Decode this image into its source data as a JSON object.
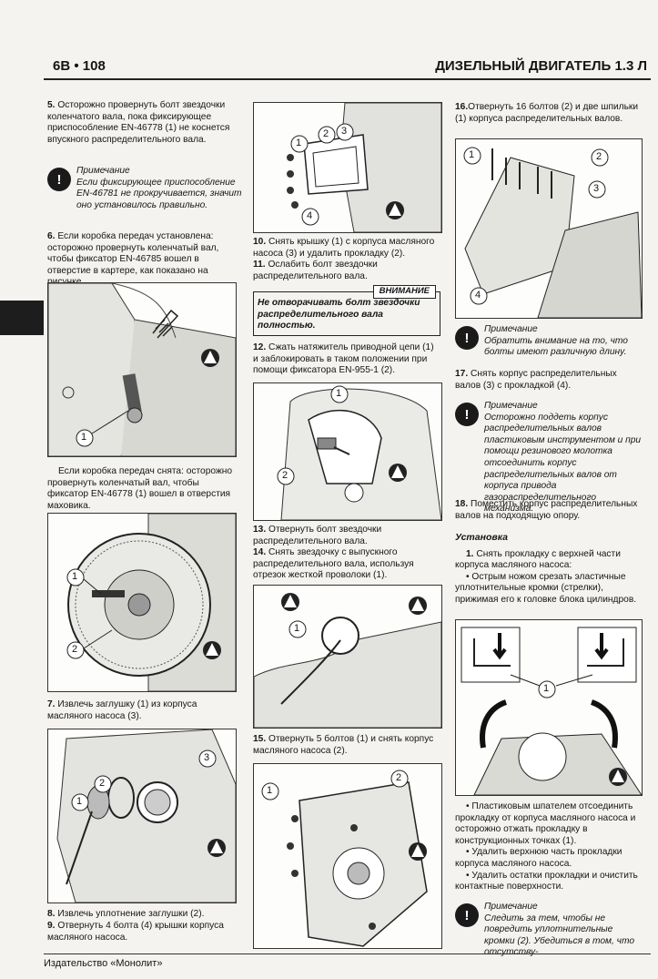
{
  "header": {
    "page_label": "6В • 108",
    "chapter_title": "ДИЗЕЛЬНЫЙ ДВИГАТЕЛЬ 1.3 Л"
  },
  "footer": {
    "publisher": "Издательство «Монолит»"
  },
  "col1": {
    "step5_num": "5.",
    "step5_text": "Осторожно провернуть болт звездочки коленчатого вала, пока фиксирующее приспособление EN-46778 (1) не коснется впускного распределительного вала.",
    "note1_title": "Примечание",
    "note1_text": "Если фиксирующее приспособление EN-46781 не прокручивается, значит оно установилось правильно.",
    "step6_num": "6.",
    "step6_text": "Если коробка передач установлена: осторожно провернуть коленчатый вал, чтобы фиксатор EN-46785 вошел в отверстие в картере, как показано на рисунке.",
    "gearbox_removed_text": "Если коробка передач снята: осторожно провернуть коленчатый вал, чтобы фиксатор EN-46778 (1) вошел в отверстия маховика.",
    "step7_num": "7.",
    "step7_text": "Извлечь заглушку (1) из корпуса масляного насоса (3).",
    "step8_num": "8.",
    "step8_text": "Извлечь уплотнение заглушки (2).",
    "step9_num": "9.",
    "step9_text": "Отвернуть 4 болта (4) крышки корпуса масляного насоса."
  },
  "col2": {
    "step10_num": "10.",
    "step10_text": "Снять крышку (1) с корпуса масляного насоса (3) и удалить прокладку (2).",
    "step11_num": "11.",
    "step11_text": "Ослабить болт звездочки распределительного вала.",
    "warning_label": "ВНИМАНИЕ",
    "warning_text": "Не отворачивать болт звездочки распределительного вала полностью.",
    "step12_num": "12.",
    "step12_text": "Сжать натяжитель приводной цепи (1) и заблокировать в таком положении при помощи фиксатора EN-955-1 (2).",
    "step13_num": "13.",
    "step13_text": "Отвернуть болт звездочки распределительного вала.",
    "step14_num": "14.",
    "step14_text": "Снять звездочку с выпускного распределительного вала, используя отрезок жесткой проволоки (1).",
    "step15_num": "15.",
    "step15_text": "Отвернуть 5 болтов (1) и снять корпус масляного насоса (2)."
  },
  "col3": {
    "step16_num": "16.",
    "step16_text": "Отвернуть 16 болтов (2) и две шпильки (1) корпуса распределительных валов.",
    "note2_title": "Примечание",
    "note2_text": "Обратить внимание на то, что болты имеют различную длину.",
    "step17_num": "17.",
    "step17_text": "Снять корпус распределительных валов (3) с прокладкой (4).",
    "note3_title": "Примечание",
    "note3_text": "Осторожно поддеть корпус распределительных валов пластиковым инструментом и при помощи резинового молотка отсоединить корпус распределительных валов от корпуса привода газораспределительного механизма.",
    "step18_num": "18.",
    "step18_text": "Поместить корпус распределительных валов на подходящую опору.",
    "install_heading": "Установка",
    "step1_num": "1.",
    "step1_text": "Снять прокладку с верхней части корпуса масляного насоса:",
    "bullet_a": "Острым ножом срезать эластичные уплотнительные кромки (стрелки), прижимая его к головке блока цилиндров.",
    "bullet_b": "Пластиковым шпателем отсоединить прокладку от корпуса масляного насоса и осторожно отжать прокладку в конструкционных точках (1).",
    "bullet_c": "Удалить верхнюю часть прокладки корпуса масляного насоса.",
    "bullet_d": "Удалить остатки прокладки и очистить контактные поверхности.",
    "note4_title": "Примечание",
    "note4_text": "Следить за тем, чтобы не повредить уплотнительные кромки (2). Убедиться в том, что отсутству-"
  },
  "icons": {
    "note": "lightbulb-icon",
    "fig_mark": "warning-triangle-icon"
  },
  "callouts": {
    "one": "1",
    "two": "2",
    "three": "3",
    "four": "4"
  }
}
